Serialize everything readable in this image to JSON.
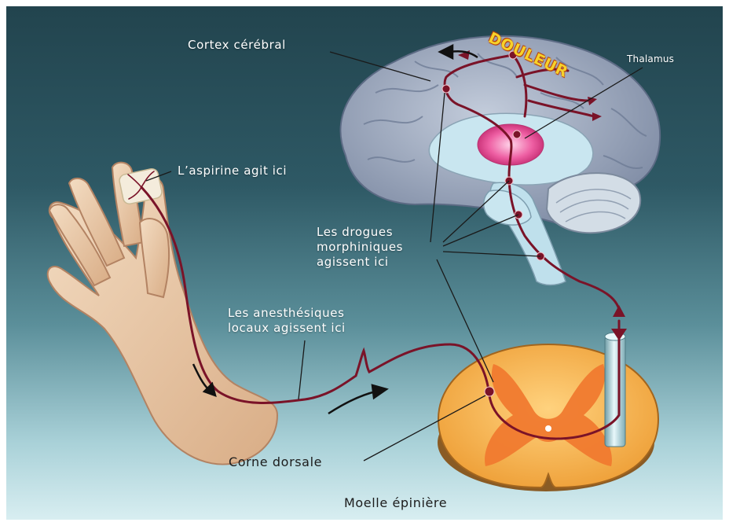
{
  "labels": {
    "cortex": "Cortex cérébral",
    "douleur": "DOULEUR",
    "thalamus": "Thalamus",
    "aspirine": "L’aspirine agit ici",
    "drogues_line1": "Les drogues",
    "drogues_line2": "morphiniques",
    "drogues_line3": "agissent ici",
    "anesth_line1": "Les anesthésiques",
    "anesth_line2": "locaux agissent ici",
    "corne": "Corne dorsale",
    "moelle": "Moelle épinière"
  },
  "colors": {
    "nerve": "#7a1328",
    "brain": "#a7b2c7",
    "thalamus": "#e8509a",
    "spinal_outer": "#f7b451",
    "spinal_gray": "#f3893a",
    "skin": "#e9c7a3",
    "douleur": "#f6d22a"
  }
}
